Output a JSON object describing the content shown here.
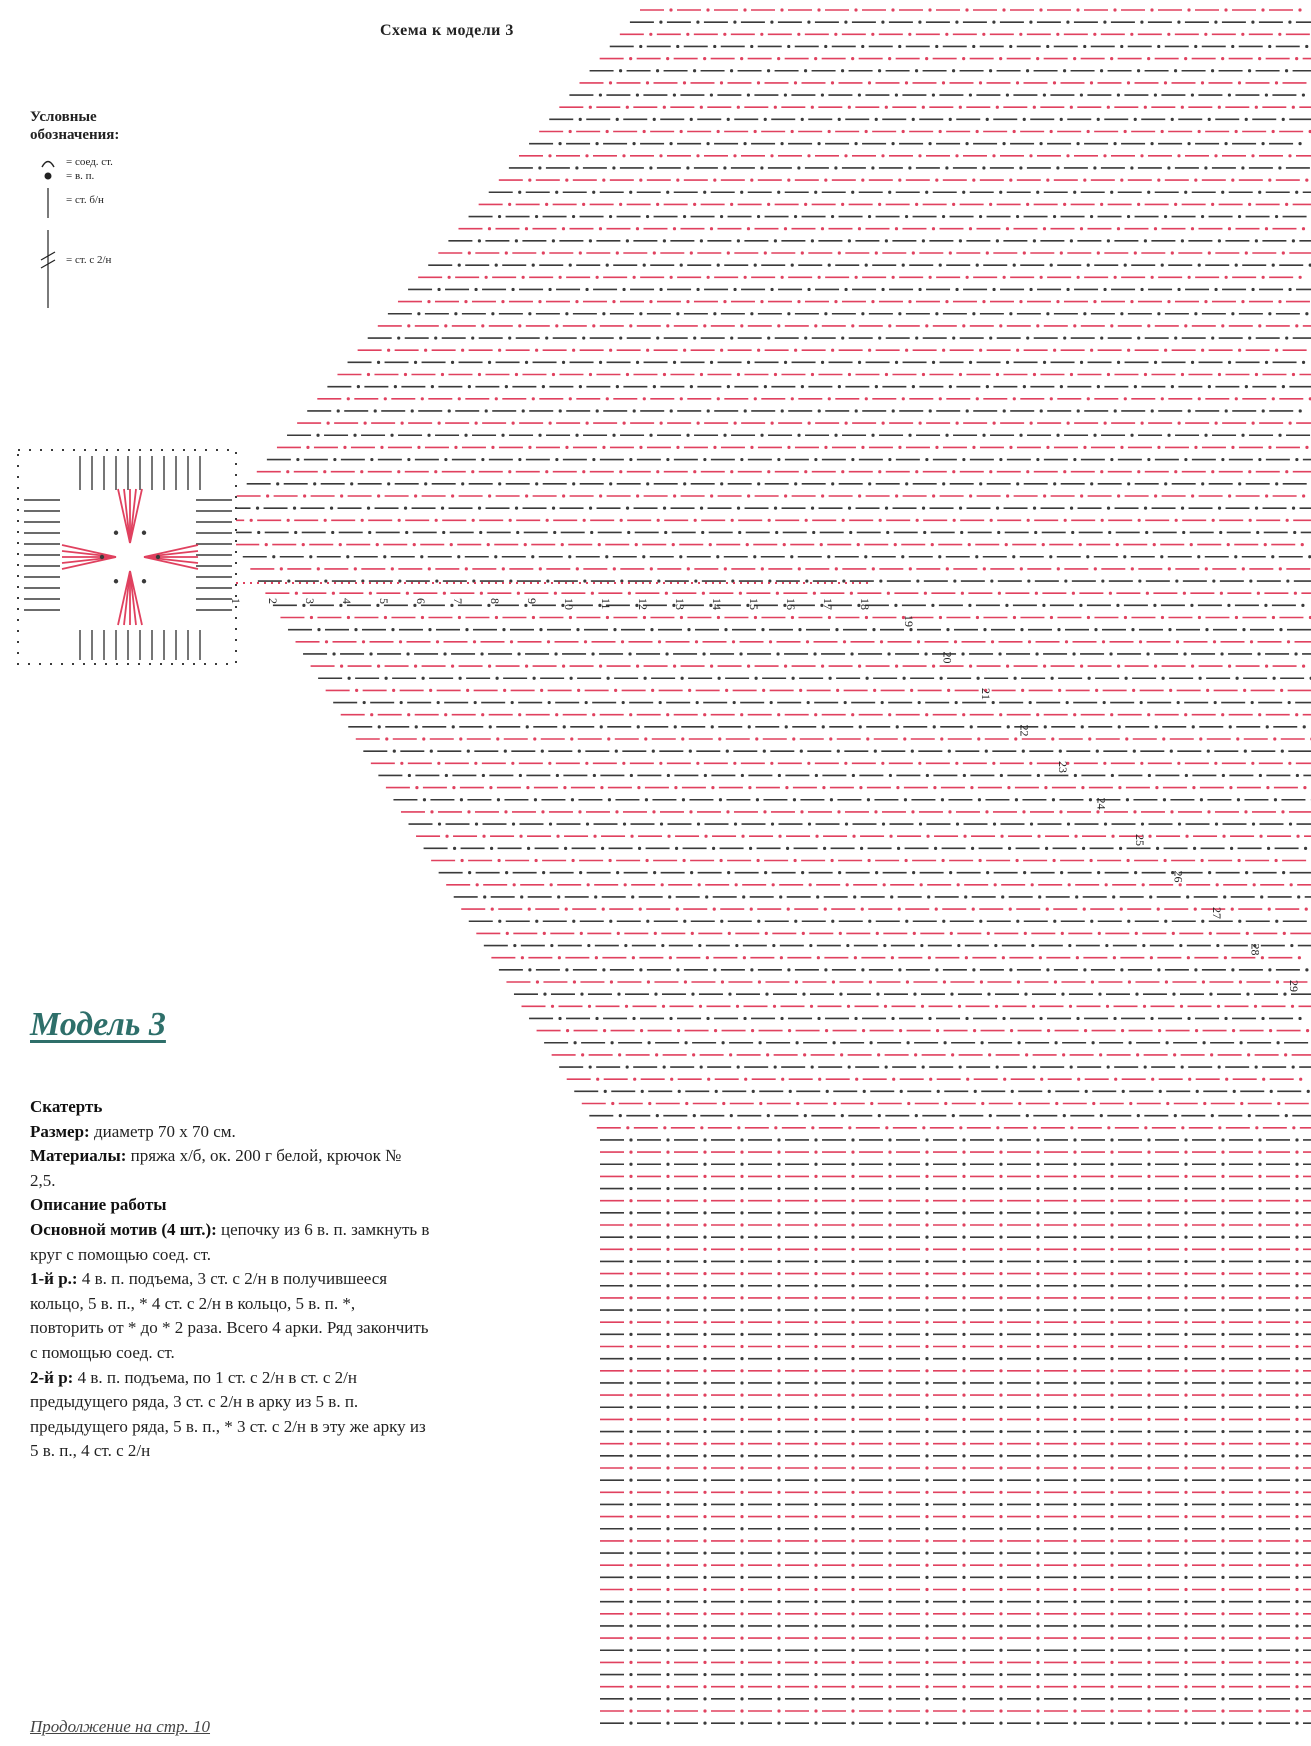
{
  "chart_title": "Схема к модели 3",
  "legend": {
    "title_line1": "Условные",
    "title_line2": "обозначения:",
    "items": [
      {
        "symbol": "slip-stitch",
        "label": "= соед. ст."
      },
      {
        "symbol": "chain",
        "label": "= в. п."
      },
      {
        "symbol": "single-crochet",
        "label": "= ст. б/н"
      },
      {
        "symbol": "double-treble",
        "label": "= ст. с 2/н"
      }
    ]
  },
  "row_numbers": [
    "1",
    "2",
    "3",
    "4",
    "5",
    "6",
    "7",
    "8",
    "9",
    "10",
    "11",
    "12",
    "13",
    "14",
    "15",
    "16",
    "17",
    "18",
    "19",
    "20",
    "21",
    "22",
    "23",
    "24",
    "25",
    "26",
    "27",
    "28",
    "29"
  ],
  "colors": {
    "pink": "#e0415f",
    "dark": "#3a3a3a",
    "title_teal": "#2e6f6a"
  },
  "model_title": "Модель 3",
  "description": {
    "item": "Скатерть",
    "size_label": "Размер:",
    "size_text": " диаметр 70 х 70 см.",
    "materials_label": "Материалы:",
    "materials_text": " пряжа х/б, ок. 200 г белой, крючок № 2,5.",
    "work_heading": "Описание работы",
    "motif_label": "Основной мотив (4 шт.):",
    "motif_text": " цепочку из 6 в. п. замкнуть в круг с помощью соед. ст.",
    "row1_label": "1-й р.:",
    "row1_text": " 4 в. п. подъема, 3 ст. с 2/н в получившееся кольцо, 5 в. п., * 4 ст. с 2/н в кольцо, 5 в. п. *, повторить от * до * 2 раза. Всего 4 арки. Ряд закончить с помощью соед. ст.",
    "row2_label": "2-й р:",
    "row2_text": " 4 в. п. подъема, по 1 ст. с 2/н в ст. с 2/н предыдущего ряда, 3 ст. с 2/н в арку из 5 в. п. предыдущего ряда, 5 в. п., * 3 ст. с 2/н в эту же арку из 5 в. п., 4 ст. с 2/н"
  },
  "footer": "Продолжение на стр. 10"
}
